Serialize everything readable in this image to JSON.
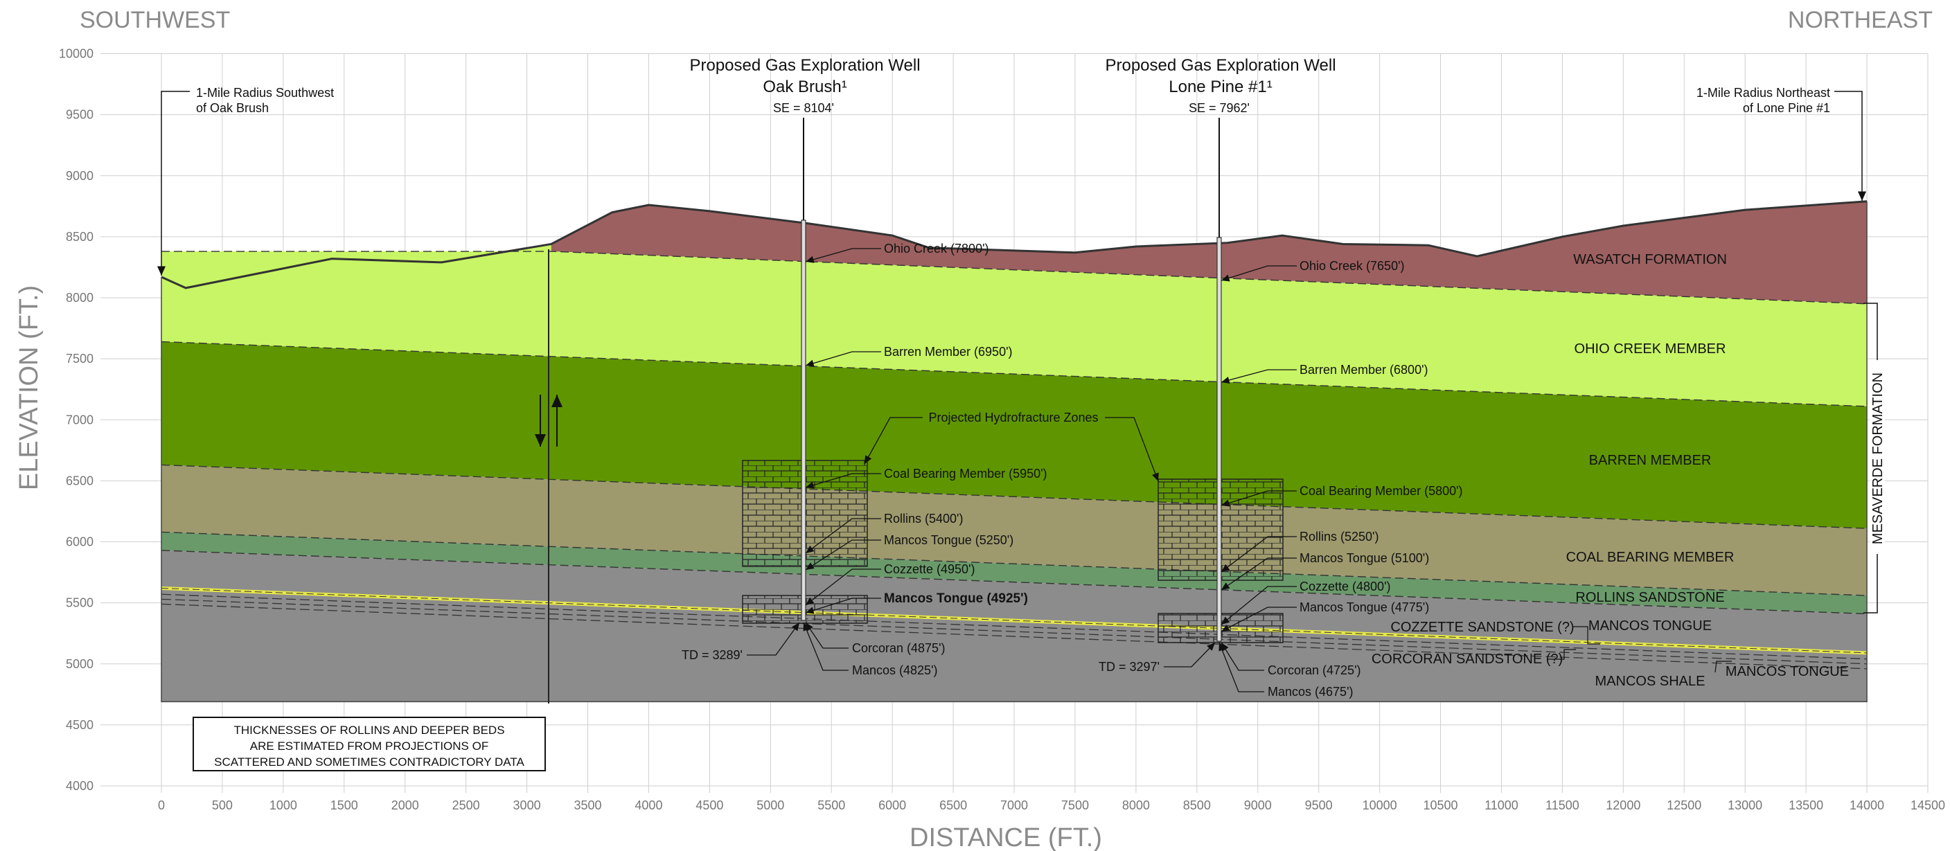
{
  "corners": {
    "left": "SOUTHWEST",
    "right": "NORTHEAST"
  },
  "axes": {
    "xlabel": "DISTANCE (FT.)",
    "ylabel": "ELEVATION (FT.)",
    "xlim": [
      0,
      14500
    ],
    "ylim": [
      4000,
      10000
    ],
    "xticks": [
      0,
      500,
      1000,
      1500,
      2000,
      2500,
      3000,
      3500,
      4000,
      4500,
      5000,
      5500,
      6000,
      6500,
      7000,
      7500,
      8000,
      8500,
      9000,
      9500,
      10000,
      10500,
      11000,
      11500,
      12000,
      12500,
      13000,
      13500,
      14000,
      14500
    ],
    "yticks": [
      4000,
      4500,
      5000,
      5500,
      6000,
      6500,
      7000,
      7500,
      8000,
      8500,
      9000,
      9500,
      10000
    ]
  },
  "wells": [
    {
      "title1": "Proposed Gas Exploration Well",
      "title2": "Oak Brush¹",
      "se": "SE = 8104'",
      "td": "TD = 3289'"
    },
    {
      "title1": "Proposed Gas Exploration Well",
      "title2": "Lone Pine #1¹",
      "se": "SE = 7962'",
      "td": "TD = 3297'"
    }
  ],
  "endpoints": {
    "left": [
      "1-Mile Radius Southwest",
      "of Oak Brush"
    ],
    "right": [
      "1-Mile Radius Northeast",
      "of Lone Pine #1"
    ]
  },
  "well1_labels": {
    "ohio_creek": "Ohio Creek (7800')",
    "barren": "Barren Member (6950')",
    "coal": "Coal Bearing Member (5950')",
    "rollins": "Rollins (5400')",
    "mancos_tongue": "Mancos Tongue (5250')",
    "cozzette": "Cozzette (4950')",
    "mancos_tongue2": "Mancos Tongue (4925')",
    "corcoran": "Corcoran (4875')",
    "mancos": "Mancos (4825')"
  },
  "well2_labels": {
    "ohio_creek": "Ohio Creek (7650')",
    "barren": "Barren Member (6800')",
    "coal": "Coal Bearing Member (5800')",
    "rollins": "Rollins (5250')",
    "mancos_tongue": "Mancos Tongue (5100')",
    "cozzette": "Cozzette (4800')",
    "mancos_tongue2": "Mancos Tongue (4775')",
    "corcoran": "Corcoran (4725')",
    "mancos": "Mancos (4675')"
  },
  "hydrofracture": "Projected Hydrofracture Zones",
  "formations": {
    "wasatch": "WASATCH FORMATION",
    "ohio_creek": "OHIO CREEK MEMBER",
    "barren": "BARREN MEMBER",
    "coal": "COAL BEARING MEMBER",
    "rollins": "ROLLINS SANDSTONE",
    "cozzette": "COZZETTE SANDSTONE (?)",
    "mancos_tongue_a": "MANCOS TONGUE",
    "corcoran": "CORCORAN SANDSTONE (?)",
    "mancos_tongue_b": "MANCOS TONGUE",
    "mancos_shale": "MANCOS SHALE",
    "mesaverde": "MESAVERDE FORMATION"
  },
  "note": [
    "THICKNESSES OF ROLLINS AND DEEPER BEDS",
    "ARE ESTIMATED FROM PROJECTIONS OF",
    "SCATTERED AND SOMETIMES CONTRADICTORY DATA"
  ],
  "colors": {
    "wasatch": "#9c6060",
    "ohio_creek": "#c8f565",
    "barren": "#5f9600",
    "coal": "#9e9a6e",
    "rollins": "#6a9a6a",
    "mancos": "#8c8c8c",
    "coal_seam": "#e8e84a"
  }
}
